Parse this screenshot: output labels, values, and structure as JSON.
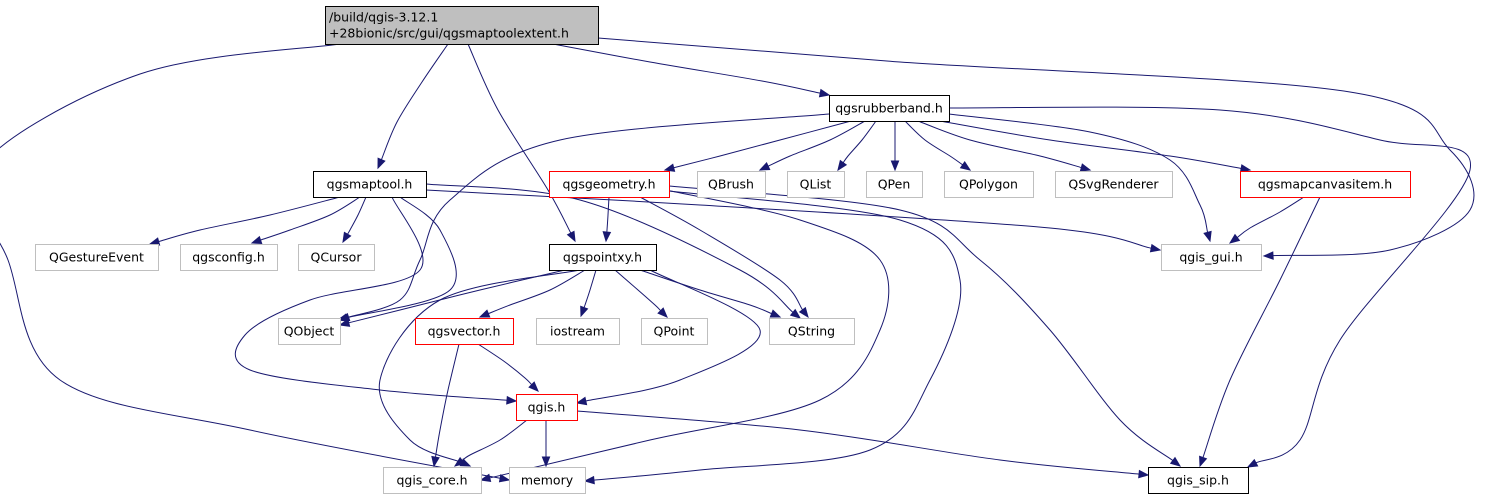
{
  "colors": {
    "edge": "#191970",
    "root_fill": "#bfbfbf",
    "root_stroke": "#000000",
    "documented_stroke": "#000000",
    "truncated_stroke": "#ff0000",
    "external_stroke": "#bfbfbf",
    "node_fill": "#ffffff"
  },
  "nodes": {
    "root": {
      "lines": [
        "/build/qgis-3.12.1",
        "+28bionic/src/gui/qgsmaptoolextent.h"
      ],
      "kind": "root"
    },
    "qgsrubberband": {
      "lines": [
        "qgsrubberband.h"
      ],
      "kind": "documented"
    },
    "qgsmaptool": {
      "lines": [
        "qgsmaptool.h"
      ],
      "kind": "documented"
    },
    "qgsgeometry": {
      "lines": [
        "qgsgeometry.h"
      ],
      "kind": "truncated"
    },
    "QBrush": {
      "lines": [
        "QBrush"
      ],
      "kind": "external"
    },
    "QList": {
      "lines": [
        "QList"
      ],
      "kind": "external"
    },
    "QPen": {
      "lines": [
        "QPen"
      ],
      "kind": "external"
    },
    "QPolygon": {
      "lines": [
        "QPolygon"
      ],
      "kind": "external"
    },
    "QSvgRenderer": {
      "lines": [
        "QSvgRenderer"
      ],
      "kind": "external"
    },
    "qgsmapcanvasitem": {
      "lines": [
        "qgsmapcanvasitem.h"
      ],
      "kind": "truncated"
    },
    "QGestureEvent": {
      "lines": [
        "QGestureEvent"
      ],
      "kind": "external"
    },
    "qgsconfig": {
      "lines": [
        "qgsconfig.h"
      ],
      "kind": "external"
    },
    "QCursor": {
      "lines": [
        "QCursor"
      ],
      "kind": "external"
    },
    "qgspointxy": {
      "lines": [
        "qgspointxy.h"
      ],
      "kind": "documented"
    },
    "qgis_gui": {
      "lines": [
        "qgis_gui.h"
      ],
      "kind": "external"
    },
    "QObject": {
      "lines": [
        "QObject"
      ],
      "kind": "external"
    },
    "qgsvector": {
      "lines": [
        "qgsvector.h"
      ],
      "kind": "truncated"
    },
    "iostream": {
      "lines": [
        "iostream"
      ],
      "kind": "external"
    },
    "QPoint": {
      "lines": [
        "QPoint"
      ],
      "kind": "external"
    },
    "QString": {
      "lines": [
        "QString"
      ],
      "kind": "external"
    },
    "qgis": {
      "lines": [
        "qgis.h"
      ],
      "kind": "truncated"
    },
    "qgis_core": {
      "lines": [
        "qgis_core.h"
      ],
      "kind": "external"
    },
    "memory": {
      "lines": [
        "memory"
      ],
      "kind": "external"
    },
    "qgis_sip": {
      "lines": [
        "qgis_sip.h"
      ],
      "kind": "documented"
    }
  },
  "edges": [
    [
      "root",
      "qgsrubberband"
    ],
    [
      "root",
      "qgsmaptool"
    ],
    [
      "root",
      "qgspointxy"
    ],
    [
      "root",
      "memory"
    ],
    [
      "root",
      "qgis_gui"
    ],
    [
      "qgsrubberband",
      "qgsgeometry"
    ],
    [
      "qgsrubberband",
      "QBrush"
    ],
    [
      "qgsrubberband",
      "QList"
    ],
    [
      "qgsrubberband",
      "QPen"
    ],
    [
      "qgsrubberband",
      "QPolygon"
    ],
    [
      "qgsrubberband",
      "QSvgRenderer"
    ],
    [
      "qgsrubberband",
      "qgsmapcanvasitem"
    ],
    [
      "qgsrubberband",
      "qgis_gui"
    ],
    [
      "qgsrubberband",
      "QObject"
    ],
    [
      "qgsrubberband",
      "qgis_sip"
    ],
    [
      "qgsmaptool",
      "QGestureEvent"
    ],
    [
      "qgsmaptool",
      "qgsconfig"
    ],
    [
      "qgsmaptool",
      "QCursor"
    ],
    [
      "qgsmaptool",
      "QObject"
    ],
    [
      "qgsmaptool",
      "qgis_gui"
    ],
    [
      "qgsmaptool",
      "QString"
    ],
    [
      "qgsmaptool",
      "qgis"
    ],
    [
      "qgsgeometry",
      "qgspointxy"
    ],
    [
      "qgsgeometry",
      "QString"
    ],
    [
      "qgsgeometry",
      "qgis_core"
    ],
    [
      "qgsgeometry",
      "memory"
    ],
    [
      "qgsgeometry",
      "qgis_sip"
    ],
    [
      "qgsmapcanvasitem",
      "qgis_gui"
    ],
    [
      "qgsmapcanvasitem",
      "qgis_sip"
    ],
    [
      "qgspointxy",
      "QObject"
    ],
    [
      "qgspointxy",
      "qgsvector"
    ],
    [
      "qgspointxy",
      "iostream"
    ],
    [
      "qgspointxy",
      "QPoint"
    ],
    [
      "qgspointxy",
      "QString"
    ],
    [
      "qgspointxy",
      "qgis"
    ],
    [
      "qgspointxy",
      "qgis_core"
    ],
    [
      "qgsvector",
      "qgis"
    ],
    [
      "qgsvector",
      "qgis_core"
    ],
    [
      "qgis",
      "qgis_core"
    ],
    [
      "qgis",
      "memory"
    ],
    [
      "qgis",
      "qgis_sip"
    ]
  ]
}
